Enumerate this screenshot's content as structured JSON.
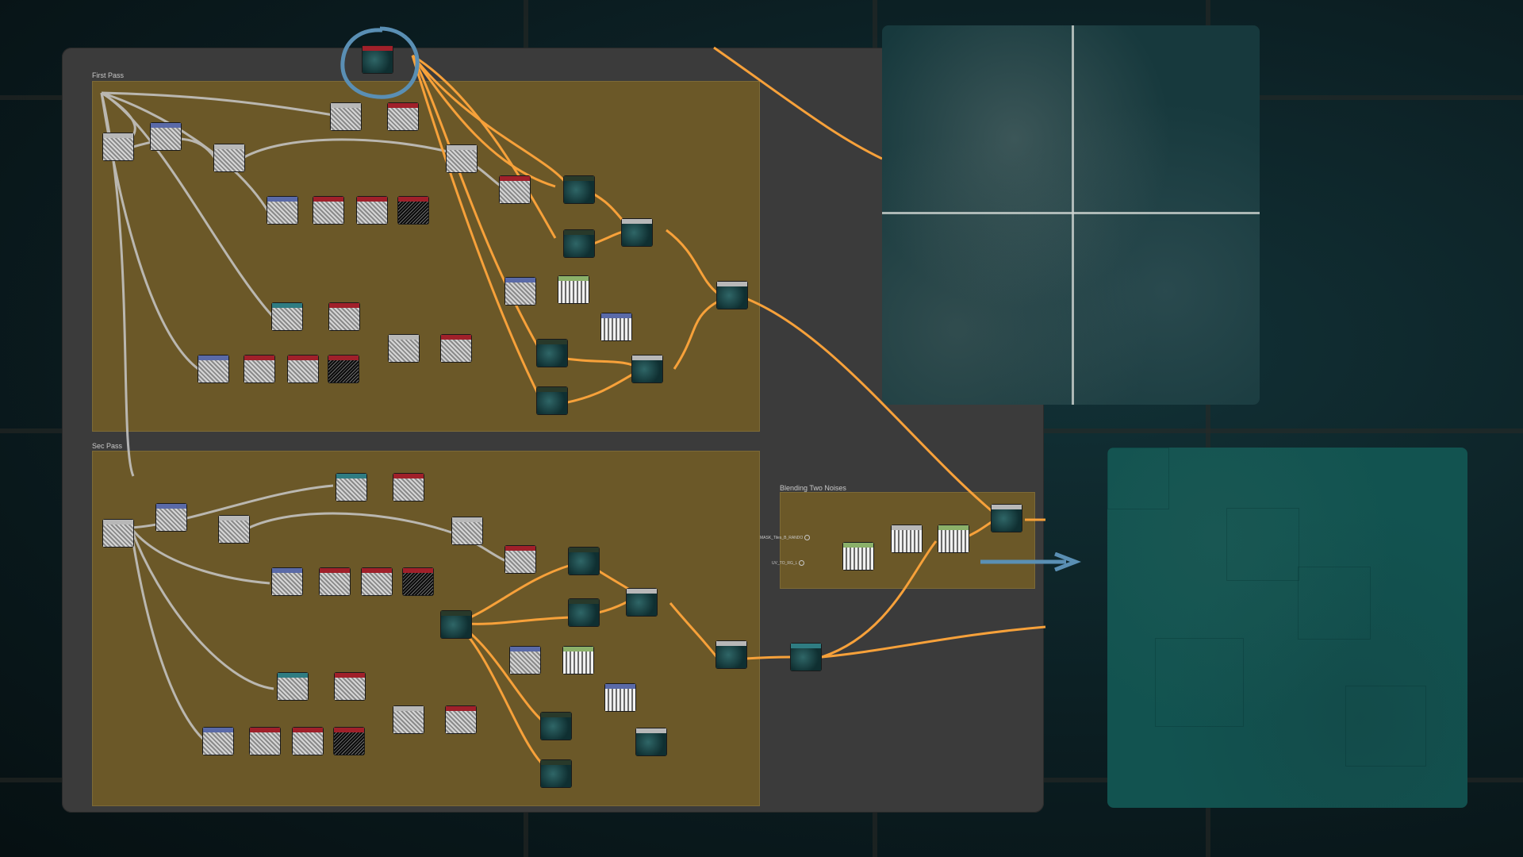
{
  "frames": {
    "first_pass": {
      "title": "First Pass"
    },
    "sec_pass": {
      "title": "Sec Pass"
    },
    "blend": {
      "title": "Blending Two Noises"
    }
  },
  "inputs": {
    "mask": "MASK_Tiles_B_RANDO",
    "uv": "UV_TO_RG_L"
  },
  "colors": {
    "wire_orange": "#f7a13a",
    "wire_gray": "#c8c8c8",
    "frame_bg": "#6b5828",
    "panel_bg": "#3b3b3b",
    "annotation_blue": "#5a8fb4"
  },
  "icons": [
    "annotation-circle-icon",
    "annotation-arrow-icon"
  ]
}
